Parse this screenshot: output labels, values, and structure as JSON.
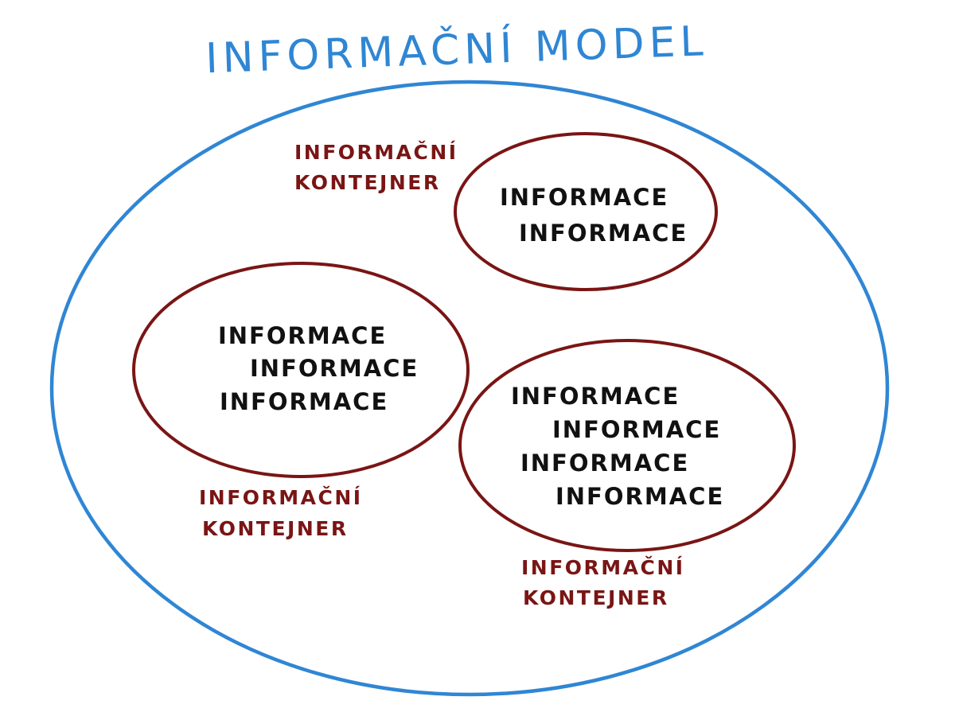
{
  "title": "INFORMAČNÍ MODEL",
  "colors": {
    "model_outline": "#2f86d4",
    "title": "#2f86d4",
    "container_outline": "#7a1515",
    "container_label": "#7a1515",
    "information_text": "#111111",
    "background": "#ffffff"
  },
  "model": {
    "containers": [
      {
        "label_line1": "INFORMAČNÍ",
        "label_line2": "KONTEJNER",
        "items": [
          "INFORMACE",
          "INFORMACE"
        ]
      },
      {
        "label_line1": "INFORMAČNÍ",
        "label_line2": "KONTEJNER",
        "items": [
          "INFORMACE",
          "INFORMACE",
          "INFORMACE"
        ]
      },
      {
        "label_line1": "INFORMAČNÍ",
        "label_line2": "KONTEJNER",
        "items": [
          "INFORMACE",
          "INFORMACE",
          "INFORMACE",
          "INFORMACE"
        ]
      }
    ]
  }
}
